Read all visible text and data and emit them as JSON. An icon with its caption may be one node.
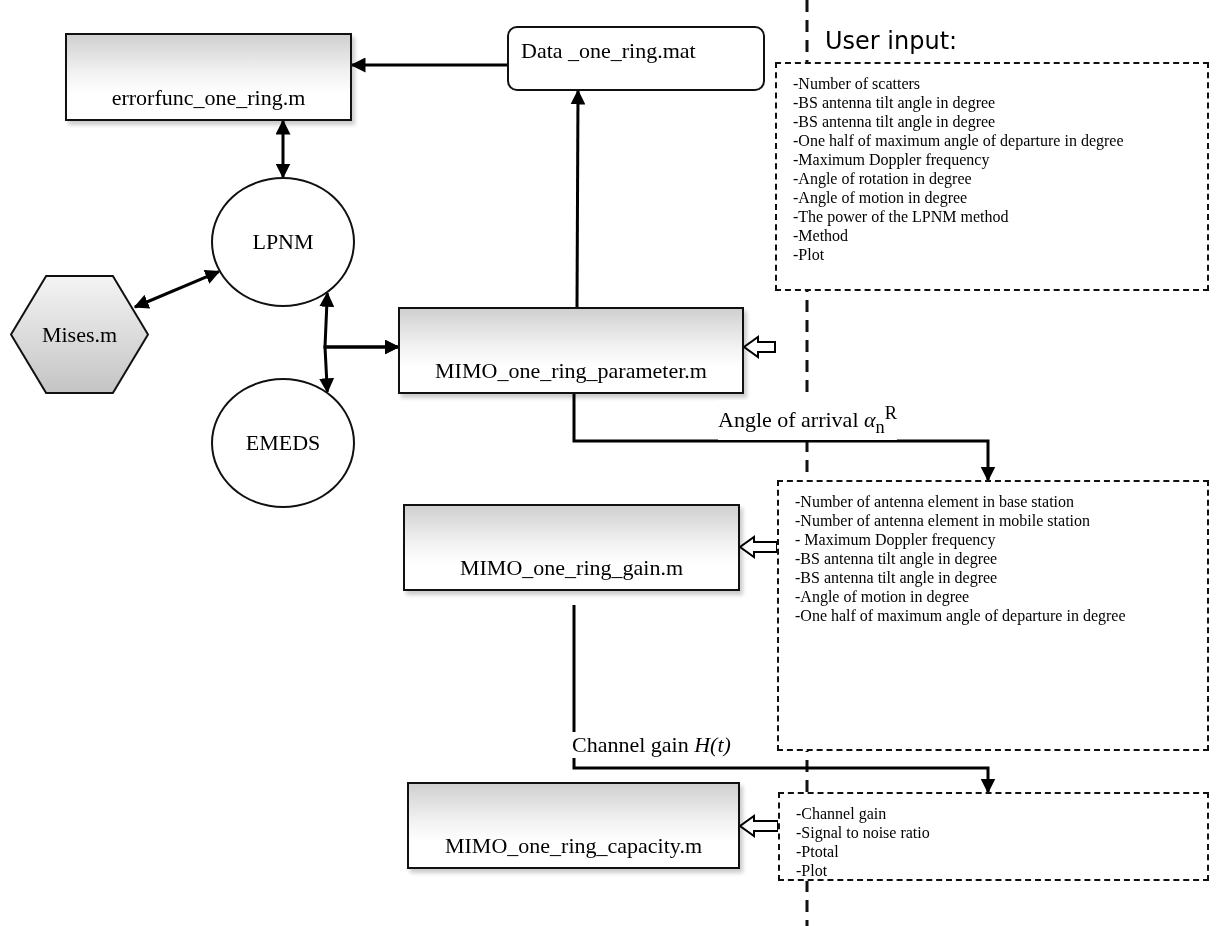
{
  "diagram": {
    "nodes": [
      {
        "text": [
          "errorfunc_one_ring.m"
        ]
      },
      {
        "text": [
          "Data _one_ring.mat"
        ]
      },
      {
        "text": [
          "LPNM"
        ]
      },
      {
        "text": [
          "Mises.m"
        ]
      },
      {
        "text": [
          "MIMO_one_ring_parameter.m"
        ]
      },
      {
        "text": [
          "EMEDS"
        ]
      },
      {
        "text": [
          "-Number of scatters",
          "-BS antenna tilt angle in degree",
          "-BS antenna tilt angle in degree",
          "-One half of maximum angle of departure in degree",
          "-Maximum Doppler frequency",
          "-Angle of rotation in degree",
          "-Angle of motion in degree",
          "-The power of the LPNM method",
          "-Method",
          "-Plot"
        ]
      },
      {
        "text": [
          "MIMO_one_ring_gain.m"
        ]
      },
      {
        "text": [
          "-Number of antenna element in base station",
          "-Number of antenna element in mobile station",
          "- Maximum Doppler frequency",
          "-BS antenna tilt angle in degree",
          "-BS antenna tilt angle in degree",
          "-Angle of motion in degree",
          "-One half of maximum angle of departure in degree"
        ]
      },
      {
        "text": [
          "MIMO_one_ring_capacity.m"
        ]
      },
      {
        "text": [
          "-Channel gain",
          "-Signal to noise ratio",
          "-Ptotal",
          "-Plot"
        ]
      }
    ],
    "edges": [
      {
        "from": 1,
        "to": 0,
        "arrow": "to"
      },
      {
        "from": 0,
        "to": 2,
        "arrow": "both"
      },
      {
        "from": 3,
        "to": 2,
        "arrow": "both"
      },
      {
        "from": 4,
        "to": 1,
        "arrow": "to"
      },
      {
        "from": 2,
        "to": 4,
        "arrow": "both"
      },
      {
        "from": 5,
        "to": 4,
        "arrow": "both"
      },
      {
        "from": 6,
        "to": 4,
        "arrow": "to",
        "style": "thick"
      },
      {
        "from": 4,
        "to": 8,
        "arrow": "to",
        "label": "Angle of arrival *α*$_{n}$$^{R}$"
      },
      {
        "from": 8,
        "to": 7,
        "arrow": "to",
        "style": "thick"
      },
      {
        "from": 7,
        "to": 10,
        "arrow": "to",
        "label": "Channel gain *H(t)*"
      },
      {
        "from": 10,
        "to": 9,
        "arrow": "to",
        "style": "thick"
      }
    ],
    "labels": [
      "User input:"
    ]
  }
}
